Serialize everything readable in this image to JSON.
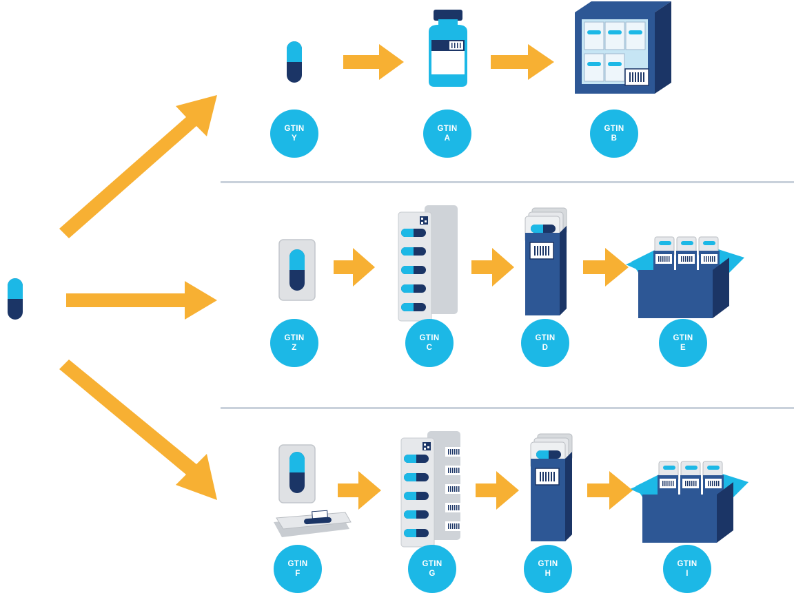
{
  "colors": {
    "arrow": "#f7b033",
    "light_blue": "#1cb8e6",
    "navy": "#1b3566",
    "mid_blue": "#2d5795",
    "divider": "#c9d1db",
    "grey": "#d9dbde"
  },
  "source_item": {
    "icon": "capsule-icon"
  },
  "rows": [
    {
      "name": "row-1",
      "items": [
        {
          "icon": "capsule-icon",
          "gtin_label": "GTIN",
          "gtin_id": "Y"
        },
        {
          "icon": "vial-icon",
          "gtin_label": "GTIN",
          "gtin_id": "A"
        },
        {
          "icon": "shipping-case-icon",
          "gtin_label": "GTIN",
          "gtin_id": "B"
        }
      ]
    },
    {
      "name": "row-2",
      "items": [
        {
          "icon": "blister-cell-icon",
          "gtin_label": "GTIN",
          "gtin_id": "Z"
        },
        {
          "icon": "blister-strip-icon",
          "gtin_label": "GTIN",
          "gtin_id": "C"
        },
        {
          "icon": "carton-pack-icon",
          "gtin_label": "GTIN",
          "gtin_id": "D"
        },
        {
          "icon": "open-box-icon",
          "gtin_label": "GTIN",
          "gtin_id": "E"
        }
      ]
    },
    {
      "name": "row-3",
      "items": [
        {
          "icon": "unit-dose-icon",
          "gtin_label": "GTIN",
          "gtin_id": "F"
        },
        {
          "icon": "barcoded-blister-strip-icon",
          "gtin_label": "GTIN",
          "gtin_id": "G"
        },
        {
          "icon": "carton-pack-icon",
          "gtin_label": "GTIN",
          "gtin_id": "H"
        },
        {
          "icon": "open-box-icon",
          "gtin_label": "GTIN",
          "gtin_id": "I"
        }
      ]
    }
  ]
}
